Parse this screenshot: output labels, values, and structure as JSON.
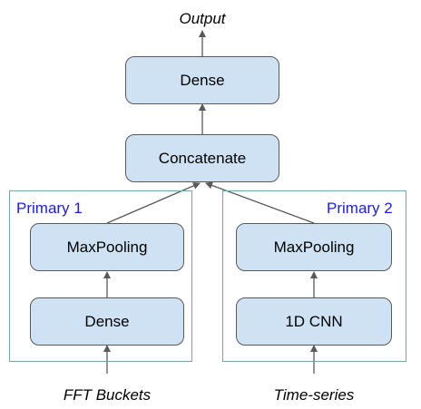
{
  "diagram": {
    "output_label": "Output",
    "inputs": {
      "left": "FFT Buckets",
      "right": "Time-series"
    },
    "groups": {
      "left": "Primary 1",
      "right": "Primary 2"
    },
    "nodes": {
      "dense_top": "Dense",
      "concatenate": "Concatenate",
      "maxpool_left": "MaxPooling",
      "dense_left": "Dense",
      "maxpool_right": "MaxPooling",
      "cnn_right": "1D CNN"
    },
    "colors": {
      "node_fill": "#cfe2f3",
      "node_border": "#595959",
      "group_border": "#76a5af",
      "group_label": "#1c1cf2",
      "arrow": "#595959"
    }
  }
}
